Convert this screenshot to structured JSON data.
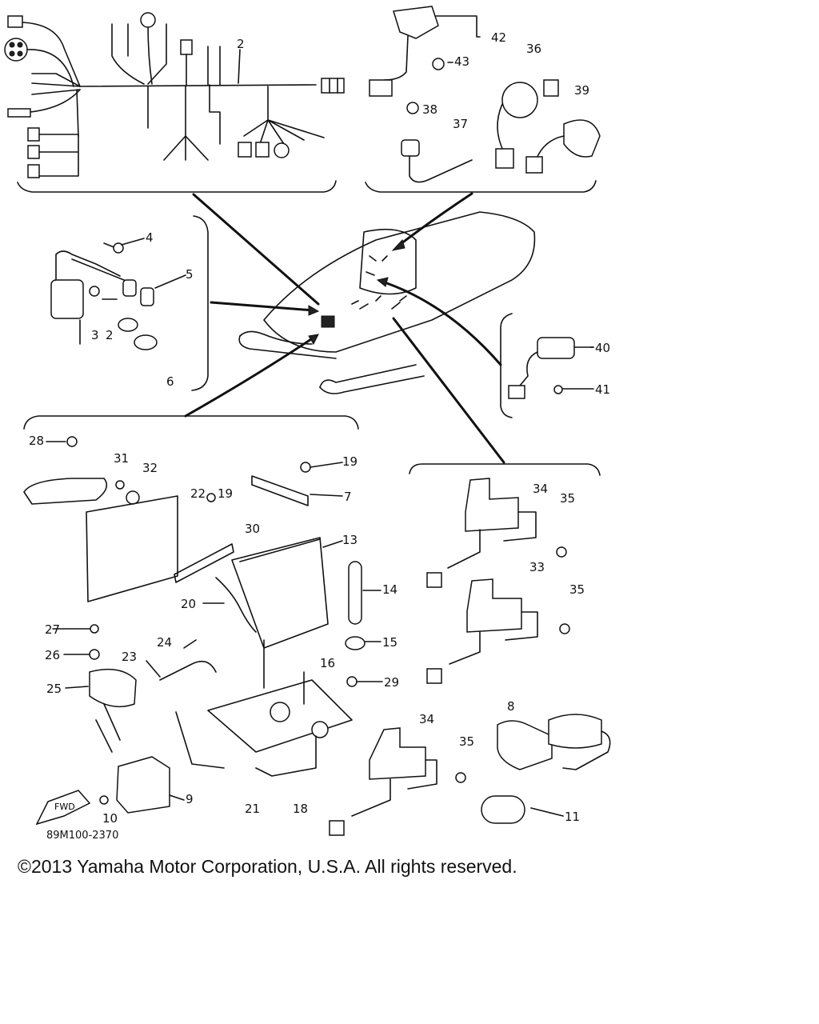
{
  "diagram": {
    "drawing_code": "89M100-2370",
    "fwd_label": "FWD",
    "callouts": [
      {
        "id": "c2a",
        "text": "2"
      },
      {
        "id": "c42",
        "text": "42"
      },
      {
        "id": "c43",
        "text": "43"
      },
      {
        "id": "c36",
        "text": "36"
      },
      {
        "id": "c39",
        "text": "39"
      },
      {
        "id": "c38",
        "text": "38"
      },
      {
        "id": "c37",
        "text": "37"
      },
      {
        "id": "c4",
        "text": "4"
      },
      {
        "id": "c5",
        "text": "5"
      },
      {
        "id": "c3",
        "text": "3"
      },
      {
        "id": "c2b",
        "text": "2"
      },
      {
        "id": "c6",
        "text": "6"
      },
      {
        "id": "c40",
        "text": "40"
      },
      {
        "id": "c41",
        "text": "41"
      },
      {
        "id": "c28",
        "text": "28"
      },
      {
        "id": "c31",
        "text": "31"
      },
      {
        "id": "c32",
        "text": "32"
      },
      {
        "id": "c19a",
        "text": "19"
      },
      {
        "id": "c7",
        "text": "7"
      },
      {
        "id": "c22",
        "text": "22"
      },
      {
        "id": "c19b",
        "text": "19"
      },
      {
        "id": "c30",
        "text": "30"
      },
      {
        "id": "c13",
        "text": "13"
      },
      {
        "id": "c14",
        "text": "14"
      },
      {
        "id": "c20",
        "text": "20"
      },
      {
        "id": "c15",
        "text": "15"
      },
      {
        "id": "c27",
        "text": "27"
      },
      {
        "id": "c24",
        "text": "24"
      },
      {
        "id": "c16",
        "text": "16"
      },
      {
        "id": "c26",
        "text": "26"
      },
      {
        "id": "c23",
        "text": "23"
      },
      {
        "id": "c29",
        "text": "29"
      },
      {
        "id": "c25",
        "text": "25"
      },
      {
        "id": "c34a",
        "text": "34"
      },
      {
        "id": "c35a",
        "text": "35"
      },
      {
        "id": "c33",
        "text": "33"
      },
      {
        "id": "c35b",
        "text": "35"
      },
      {
        "id": "c8",
        "text": "8"
      },
      {
        "id": "c34b",
        "text": "34"
      },
      {
        "id": "c35c",
        "text": "35"
      },
      {
        "id": "c9",
        "text": "9"
      },
      {
        "id": "c10",
        "text": "10"
      },
      {
        "id": "c21",
        "text": "21"
      },
      {
        "id": "c18",
        "text": "18"
      },
      {
        "id": "c11",
        "text": "11"
      }
    ]
  },
  "footer": {
    "copyright": "©2013 Yamaha Motor Corporation, U.S.A. All rights reserved."
  }
}
